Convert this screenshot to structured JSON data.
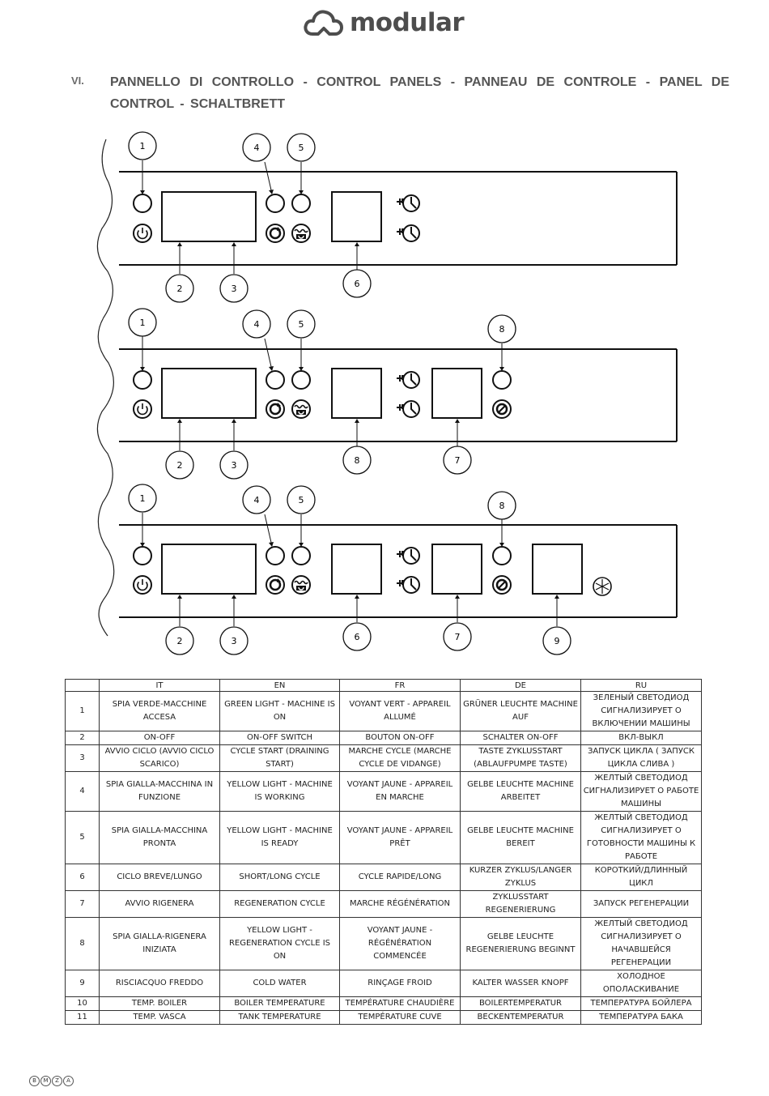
{
  "logo": {
    "text": "modular"
  },
  "section": {
    "number": "VI.",
    "title": "PANNELLO DI CONTROLLO - CONTROL PANELS - PANNEAU DE CONTROLE - PANEL DE CONTROL - SCHALTBRETT"
  },
  "panels": [
    {
      "top_callouts": [
        "1",
        "4",
        "5"
      ],
      "bottom_callouts": [
        "2",
        "3",
        "6"
      ]
    },
    {
      "top_callouts": [
        "1",
        "4",
        "5",
        "8"
      ],
      "bottom_callouts": [
        "2",
        "3",
        "8",
        "7"
      ]
    },
    {
      "top_callouts": [
        "1",
        "4",
        "5",
        "8"
      ],
      "bottom_callouts": [
        "2",
        "3",
        "6",
        "7",
        "9"
      ]
    }
  ],
  "legend": {
    "headers": [
      "",
      "IT",
      "EN",
      "FR",
      "DE",
      "RU"
    ],
    "rows": [
      [
        "1",
        "SPIA VERDE-MACCHINE ACCESA",
        "GREEN LIGHT - MACHINE IS ON",
        "VOYANT VERT - APPAREIL ALLUMÉ",
        "GRÜNER LEUCHTE MACHINE AUF",
        "ЗЕЛЕНЫЙ СВЕТОДИОД СИГНАЛИЗИРУЕТ О ВКЛЮЧЕНИИ МАШИНЫ"
      ],
      [
        "2",
        "ON-OFF",
        "ON-OFF SWITCH",
        "BOUTON ON-OFF",
        "SCHALTER ON-OFF",
        "ВКЛ-ВЫКЛ"
      ],
      [
        "3",
        "AVVIO CICLO (AVVIO CICLO SCARICO)",
        "CYCLE START (DRAINING START)",
        "MARCHE CYCLE (MARCHE CYCLE DE VIDANGE)",
        "TASTE ZYKLUSSTART (ABLAUFPUMPE TASTE)",
        "ЗАПУСК ЦИКЛА ( ЗАПУСК ЦИКЛА СЛИВА )"
      ],
      [
        "4",
        "SPIA GIALLA-MACCHINA IN FUNZIONE",
        "YELLOW LIGHT - MACHINE IS WORKING",
        "VOYANT JAUNE - APPAREIL EN MARCHE",
        "GELBE LEUCHTE MACHINE ARBEITET",
        "ЖЕЛТЫЙ СВЕТОДИОД СИГНАЛИЗИРУЕТ О РАБОТЕ МАШИНЫ"
      ],
      [
        "5",
        "SPIA GIALLA-MACCHINA PRONTA",
        "YELLOW LIGHT - MACHINE IS READY",
        "VOYANT JAUNE - APPAREIL PRÊT",
        "GELBE LEUCHTE MACHINE BEREIT",
        "ЖЕЛТЫЙ СВЕТОДИОД СИГНАЛИЗИРУЕТ О ГОТОВНОСТИ МАШИНЫ К РАБОТЕ"
      ],
      [
        "6",
        "CICLO BREVE/LUNGO",
        "SHORT/LONG CYCLE",
        "CYCLE RAPIDE/LONG",
        "KURZER ZYKLUS/LANGER ZYKLUS",
        "КОРОТКИЙ/ДЛИННЫЙ ЦИКЛ"
      ],
      [
        "7",
        "AVVIO RIGENERA",
        "REGENERATION CYCLE",
        "MARCHE RÉGÉNÉRATION",
        "ZYKLUSSTART REGENERIERUNG",
        "ЗАПУСК РЕГЕНЕРАЦИИ"
      ],
      [
        "8",
        "SPIA GIALLA-RIGENERA INIZIATA",
        "YELLOW LIGHT - REGENERATION CYCLE IS ON",
        "VOYANT JAUNE - RÉGÉNÉRATION COMMENCÉE",
        "GELBE LEUCHTE REGENERIERUNG BEGINNT",
        "ЖЕЛТЫЙ СВЕТОДИОД СИГНАЛИЗИРУЕТ О НАЧАВШЕЙСЯ РЕГЕНЕРАЦИИ"
      ],
      [
        "9",
        "RISCIACQUO FREDDO",
        "COLD WATER",
        "RINÇAGE FROID",
        "KALTER WASSER KNOPF",
        "ХОЛОДНОЕ ОПОЛАСКИВАНИЕ"
      ],
      [
        "10",
        "TEMP. BOILER",
        "BOILER TEMPERATURE",
        "TEMPÉRATURE CHAUDIÈRE",
        "BOILERTEMPERATUR",
        "ТЕМПЕРАТУРА БОЙЛЕРА"
      ],
      [
        "11",
        "TEMP. VASCA",
        "TANK TEMPERATURE",
        "TEMPÉRATURE CUVE",
        "BECKENTEMPERATUR",
        "ТЕМПЕРАТУРА БАКА"
      ]
    ]
  },
  "footer": {
    "icons": [
      "B",
      "M",
      "Z",
      "A"
    ]
  }
}
